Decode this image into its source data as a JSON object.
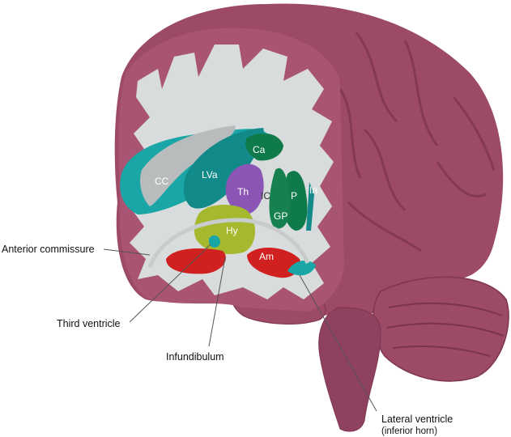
{
  "figure": {
    "structure_labels": {
      "cc": "CC",
      "lva": "LVa",
      "ca": "Ca",
      "th": "Th",
      "ic": "IC",
      "p": "P",
      "in": "In",
      "gp": "GP",
      "hy": "Hy",
      "am": "Am"
    },
    "callouts": {
      "anterior_commissure": "Anterior commissure",
      "third_ventricle": "Third ventricle",
      "infundibulum": "Infundibulum",
      "lateral_ventricle": "Lateral ventricle",
      "lateral_ventricle_sub": "(inferior horn)"
    },
    "colors": {
      "cortex": "#9c4a66",
      "cortex_shade": "#7e3550",
      "white_matter": "#d9dcdc",
      "ventricle": "#1aa6a6",
      "corpus_callosum": "#b9bcbc",
      "caudate_putamen": "#0f7a4a",
      "thalamus": "#8a55b5",
      "hypothalamus": "#a6b82e",
      "amygdala": "#d02020"
    }
  }
}
